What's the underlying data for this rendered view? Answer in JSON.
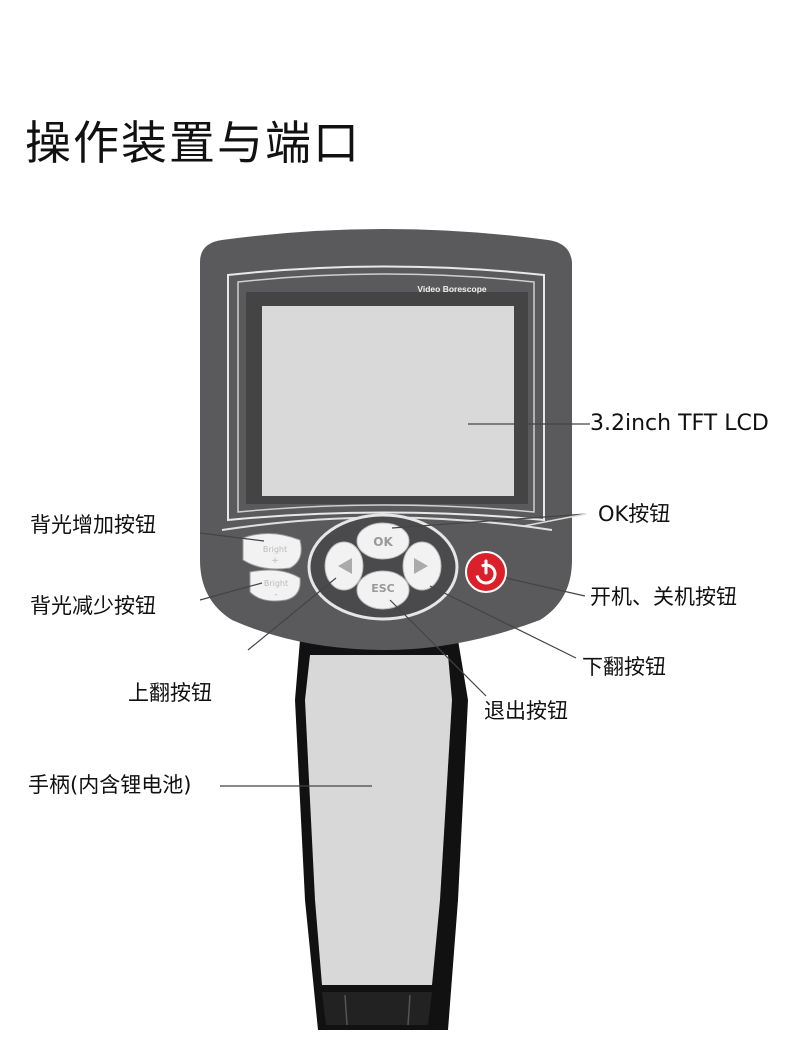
{
  "title": "操作装置与端口",
  "device": {
    "brand_text": "Video Borescope",
    "buttons": {
      "bright_up": "Bright +",
      "bright_down": "Bright -",
      "ok": "OK",
      "esc": "ESC",
      "left": "◀",
      "right": "▶"
    }
  },
  "labels": {
    "lcd": "3.2inch TFT LCD",
    "ok": "OK按钮",
    "bright_up": "背光增加按钮",
    "bright_down": "背光减少按钮",
    "power": "开机、关机按钮",
    "page_down": "下翻按钮",
    "page_up": "上翻按钮",
    "esc": "退出按钮",
    "handle": "手柄(内含锂电池)"
  },
  "colors": {
    "body": "#5a5a5c",
    "screen": "#d9d9d9",
    "handle": "#d8d8d8",
    "power_button": "#d9202b"
  }
}
